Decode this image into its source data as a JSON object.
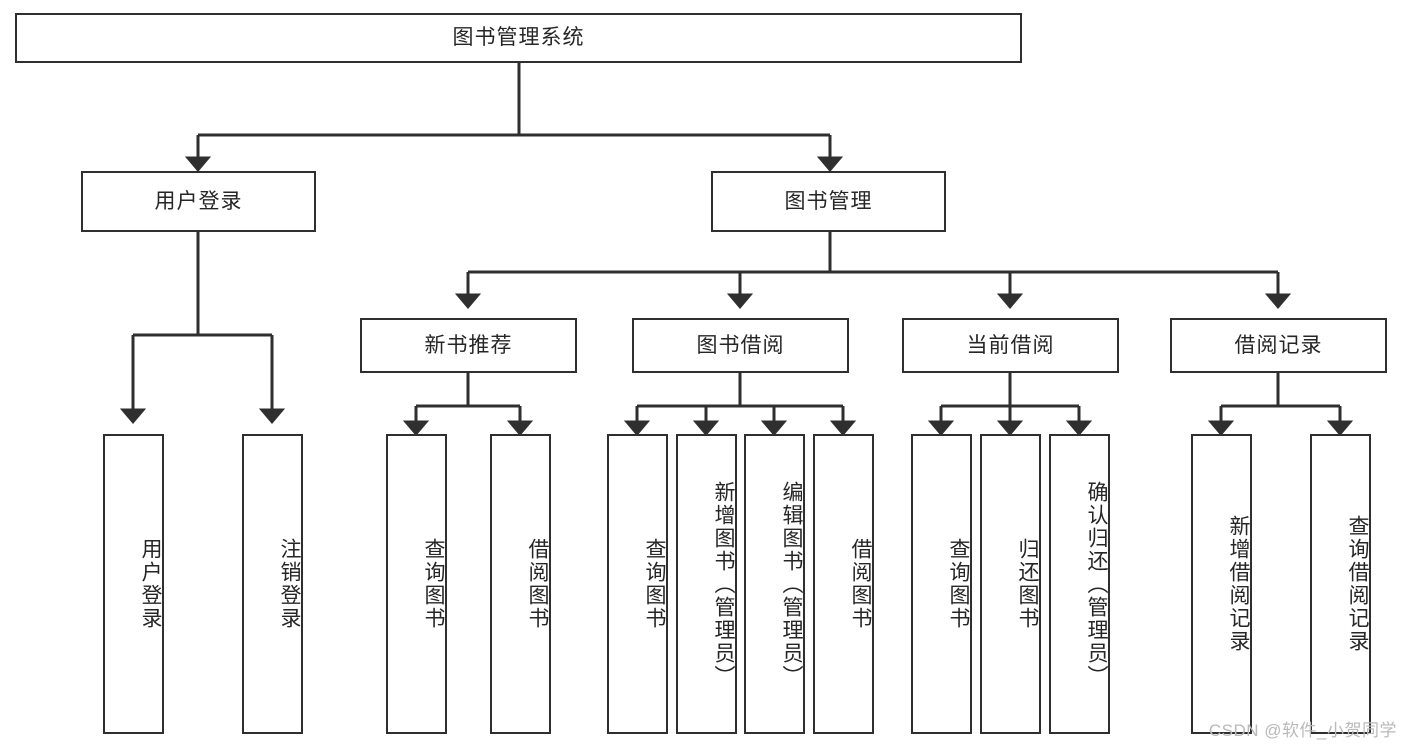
{
  "diagram": {
    "title_text": "图书管理系统",
    "type": "hierarchy-tree",
    "line_color": "#2f2f2f",
    "box_fill": "#ffffff",
    "text_color": "#262626",
    "watermark_color": "#b9b9b9"
  },
  "watermark": {
    "text": "CSDN @软件_小贺同学"
  },
  "nodes": {
    "root": {
      "label": "图书管理系统"
    },
    "level1": [
      {
        "id": "user-login",
        "label": "用户登录"
      },
      {
        "id": "book-management",
        "label": "图书管理"
      }
    ],
    "level2": [
      {
        "id": "new-book-recommend",
        "label": "新书推荐"
      },
      {
        "id": "book-borrow",
        "label": "图书借阅"
      },
      {
        "id": "current-borrow",
        "label": "当前借阅"
      },
      {
        "id": "borrow-record",
        "label": "借阅记录"
      }
    ],
    "leaves": [
      {
        "id": "leaf-user-login",
        "label": "用户登录",
        "parent": "user-login"
      },
      {
        "id": "leaf-logout-login",
        "label": "注销登录",
        "parent": "user-login"
      },
      {
        "id": "leaf-query-book-1",
        "label": "查询图书",
        "parent": "new-book-recommend"
      },
      {
        "id": "leaf-borrow-book-1",
        "label": "借阅图书",
        "parent": "new-book-recommend"
      },
      {
        "id": "leaf-query-book-2",
        "label": "查询图书",
        "parent": "book-borrow"
      },
      {
        "id": "leaf-add-book",
        "label": "新增图书（管理员）",
        "parent": "book-borrow"
      },
      {
        "id": "leaf-edit-book",
        "label": "编辑图书（管理员）",
        "parent": "book-borrow"
      },
      {
        "id": "leaf-borrow-book-2",
        "label": "借阅图书",
        "parent": "book-borrow"
      },
      {
        "id": "leaf-query-book-3",
        "label": "查询图书",
        "parent": "current-borrow"
      },
      {
        "id": "leaf-return-book",
        "label": "归还图书",
        "parent": "current-borrow"
      },
      {
        "id": "leaf-confirm-return",
        "label": "确认归还（管理员）",
        "parent": "current-borrow"
      },
      {
        "id": "leaf-add-record",
        "label": "新增借阅记录",
        "parent": "borrow-record"
      },
      {
        "id": "leaf-query-record",
        "label": "查询借阅记录",
        "parent": "borrow-record"
      }
    ]
  }
}
